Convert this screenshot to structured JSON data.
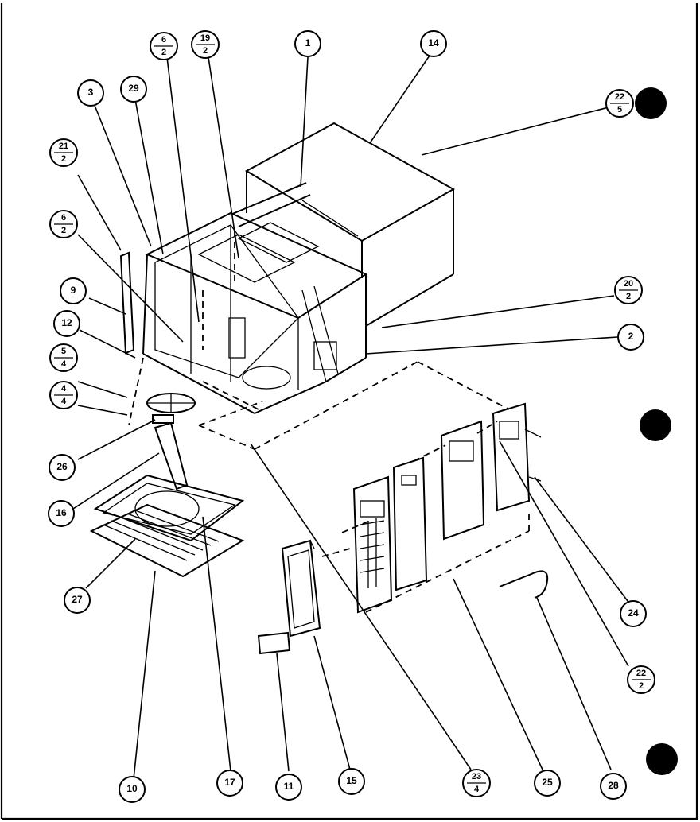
{
  "callouts": {
    "c3": "3",
    "c29": "29",
    "c6_2_top": {
      "num": "6",
      "den": "2"
    },
    "c19_2": {
      "num": "19",
      "den": "2"
    },
    "c1": "1",
    "c14": "14",
    "c22_5": {
      "num": "22",
      "den": "5"
    },
    "c21_2": {
      "num": "21",
      "den": "2"
    },
    "c6_2_left": {
      "num": "6",
      "den": "2"
    },
    "c9": "9",
    "c12": "12",
    "c5_4": {
      "num": "5",
      "den": "4"
    },
    "c4_4": {
      "num": "4",
      "den": "4"
    },
    "c20_2": {
      "num": "20",
      "den": "2"
    },
    "c2": "2",
    "c26": "26",
    "c16": "16",
    "c27": "27",
    "c24": "24",
    "c22_2": {
      "num": "22",
      "den": "2"
    },
    "c10": "10",
    "c17": "17",
    "c11": "11",
    "c15": "15",
    "c23_4": {
      "num": "23",
      "den": "4"
    },
    "c25": "25",
    "c28": "28"
  }
}
